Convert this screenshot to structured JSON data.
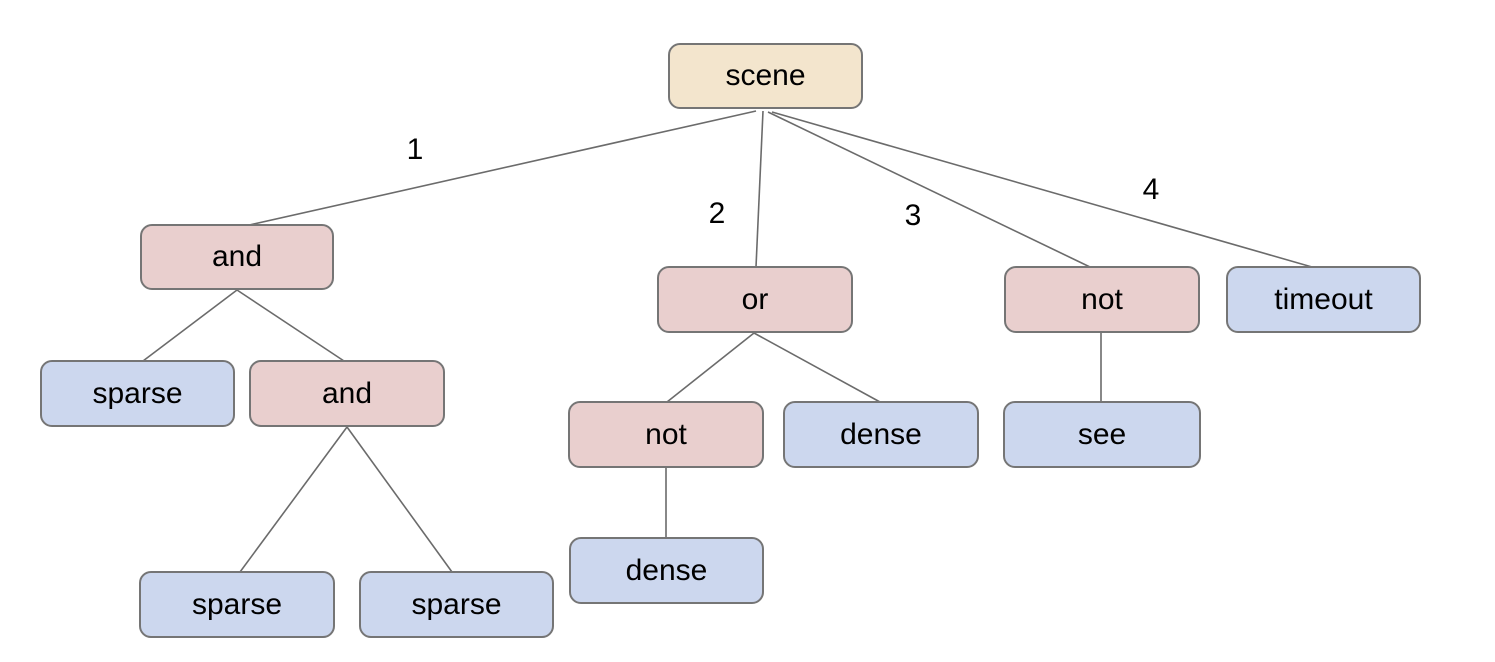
{
  "colors": {
    "background": "#ffffff",
    "root_fill": "#f3e5cd",
    "operator_fill": "#e9cfce",
    "leaf_fill": "#ccd7ee",
    "node_border": "#757575",
    "edge_color": "#6b6b6b",
    "text_color": "#000000"
  },
  "tree": {
    "label": "scene",
    "kind": "root",
    "children": [
      {
        "edge_label": "1",
        "label": "and",
        "kind": "operator",
        "children": [
          {
            "label": "sparse",
            "kind": "leaf"
          },
          {
            "label": "and",
            "kind": "operator",
            "children": [
              {
                "label": "sparse",
                "kind": "leaf"
              },
              {
                "label": "sparse",
                "kind": "leaf"
              }
            ]
          }
        ]
      },
      {
        "edge_label": "2",
        "label": "or",
        "kind": "operator",
        "children": [
          {
            "label": "not",
            "kind": "operator",
            "children": [
              {
                "label": "dense",
                "kind": "leaf"
              }
            ]
          },
          {
            "label": "dense",
            "kind": "leaf"
          }
        ]
      },
      {
        "edge_label": "3",
        "label": "not",
        "kind": "operator",
        "children": [
          {
            "label": "see",
            "kind": "leaf"
          }
        ]
      },
      {
        "edge_label": "4",
        "label": "timeout",
        "kind": "leaf"
      }
    ]
  }
}
